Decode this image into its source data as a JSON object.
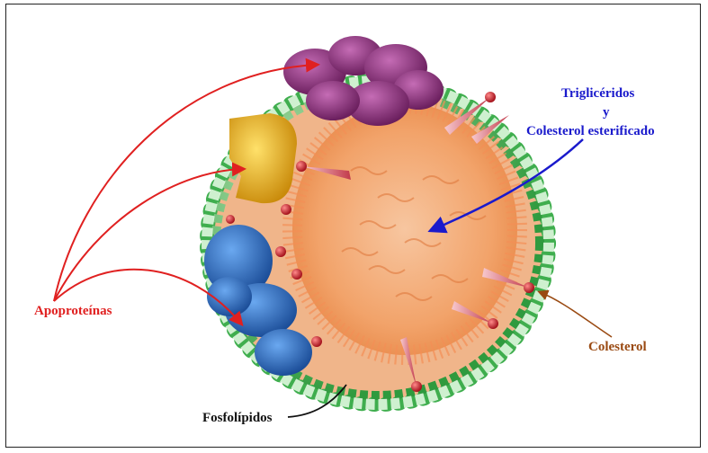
{
  "labels": {
    "apoproteinas": "Apoproteínas",
    "trigliceridos": "Triglicéridos",
    "y": "y",
    "colesterol_esterificado": "Colesterol esterificado",
    "colesterol": "Colesterol",
    "fosfolipidos": "Fosfolípidos"
  },
  "colors": {
    "apoproteinas_label": "#e02020",
    "core_label": "#1a1acc",
    "colesterol_label": "#9a4a12",
    "fosfolipidos_label": "#111111",
    "phospholipid_head": "#3fae4e",
    "core": "#f2a36a",
    "purple_protein": "#8a2e7a",
    "yellow_protein": "#e0a51a",
    "blue_protein": "#2a6fc4"
  }
}
